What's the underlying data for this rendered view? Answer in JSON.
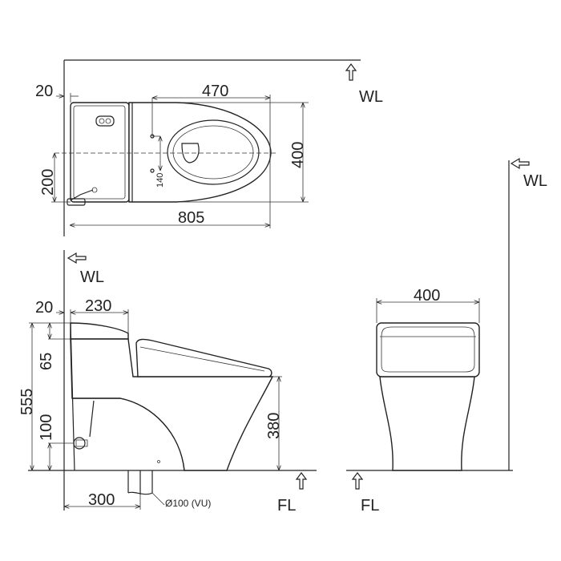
{
  "labels": {
    "wall_line": "WL",
    "floor_line": "FL"
  },
  "top_view": {
    "dim_wall_gap": "20",
    "dim_outlet_to_front": "470",
    "dim_width": "400",
    "dim_length": "805",
    "dim_water_inlet_offset": "200",
    "dim_mount_spacing": "140"
  },
  "side_view": {
    "dim_wall_gap": "20",
    "dim_tank_depth": "230",
    "dim_total_height": "555",
    "dim_lid_height": "65",
    "dim_inlet_height": "100",
    "dim_seat_height": "380",
    "dim_outlet_from_wall": "300",
    "outlet_pipe_label": "Ø100 (VU)"
  },
  "front_view": {
    "dim_width": "400"
  }
}
